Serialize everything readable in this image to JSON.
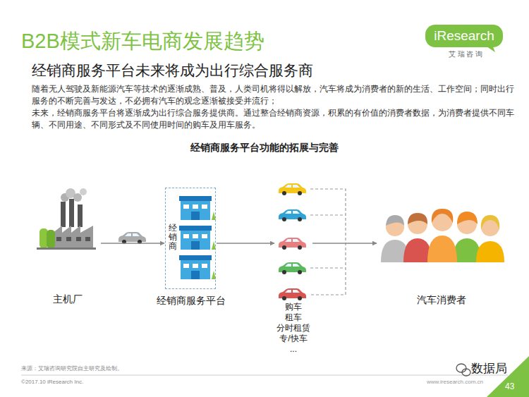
{
  "diagram": {
    "title": "B2B模式新车电商发展趋势",
    "nodes": [
      {
        "text": [
          "主机厂"
        ]
      },
      {
        "text": [
          "经销商",
          "经销商服务平台"
        ]
      },
      {
        "text": [
          "购车 租车 分时租赁 专/快车 ..."
        ]
      },
      {
        "text": [
          "汽车消费者"
        ]
      }
    ],
    "edges": [
      {
        "from": 0,
        "to": 1,
        "arrow": "to"
      },
      {
        "from": 1,
        "to": 2,
        "arrow": "to"
      },
      {
        "from": 2,
        "to": 3,
        "arrow": "to"
      }
    ],
    "labels": [
      "经销商服务平台未来将成为出行综合服务商",
      "随着无人驾驶及新能源汽车等技术的逐渐成熟、普及，人类司机将得以解放，汽车将成为消费者的新的生活、工作空间；同时出行服务的不断完善与发达，不必拥有汽车的观念逐渐被接受并流行；",
      "未来，经销商服务平台将逐渐成为出行综合服务提供商。通过整合经销商资源，积累的有价值的消费者数据，为消费者提供不同车辆、不同用途、不同形式及不同使用时间的购车及用车服务。",
      "经销商服务平台功能的拓展与完善",
      "iResearch",
      "艾 瑞 咨 询",
      "来源：艾瑞咨询研究院自主研究及绘制。",
      "©2017.10 iResearch Inc.",
      "www.iresearch.com.cn",
      "数据局",
      "43"
    ]
  }
}
